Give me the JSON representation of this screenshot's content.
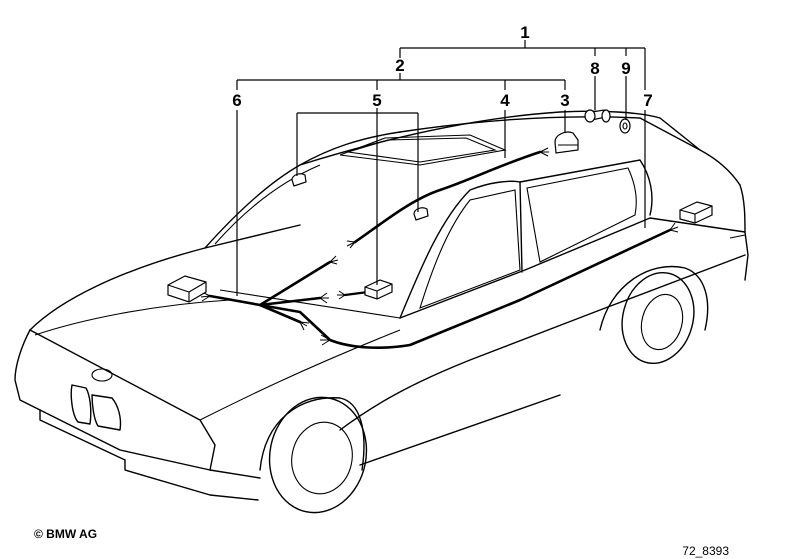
{
  "diagram": {
    "callouts": [
      "1",
      "2",
      "3",
      "4",
      "5",
      "6",
      "7",
      "8",
      "9"
    ],
    "copyright": "© BMW AG",
    "image_ref": "72_8393"
  }
}
